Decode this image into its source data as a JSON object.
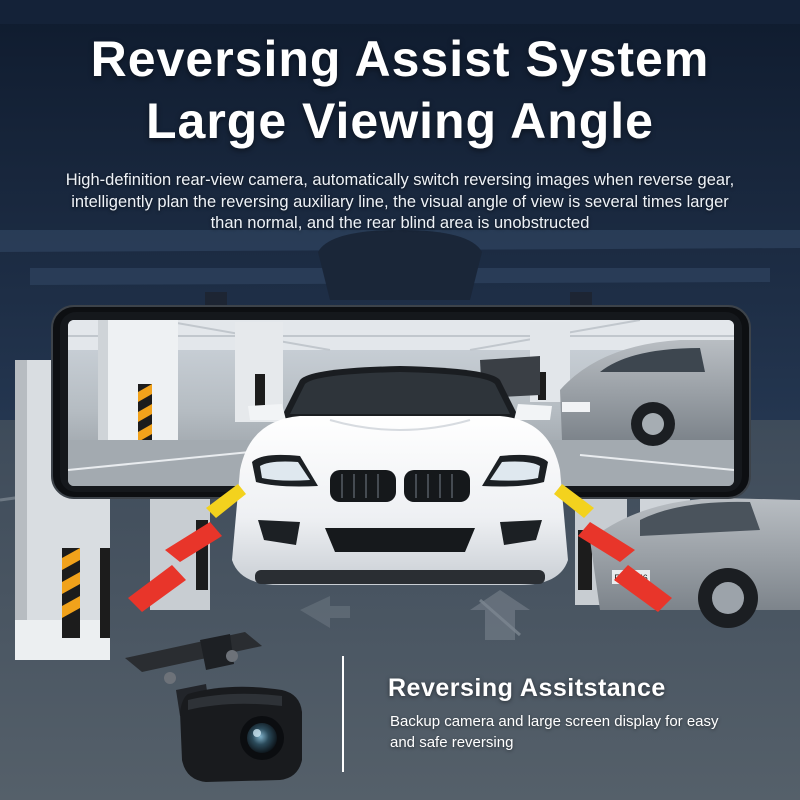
{
  "headline": {
    "line1": "Reversing Assist System",
    "line2": "Large Viewing Angle"
  },
  "subtitle": "High-definition rear-view camera, automatically switch reversing images when reverse gear, intelligently plan the reversing auxiliary line, the visual angle of view is several times larger than normal, and the rear blind area is unobstructed",
  "feature": {
    "title": "Reversing Assitstance",
    "description": "Backup camera and large screen display for easy and safe reversing"
  },
  "scene": {
    "license_plate_text": "E5B6H6",
    "guide_line_colors": {
      "near": "#e8352a",
      "mid": "#f07a1e",
      "far": "#f3d21e"
    }
  }
}
